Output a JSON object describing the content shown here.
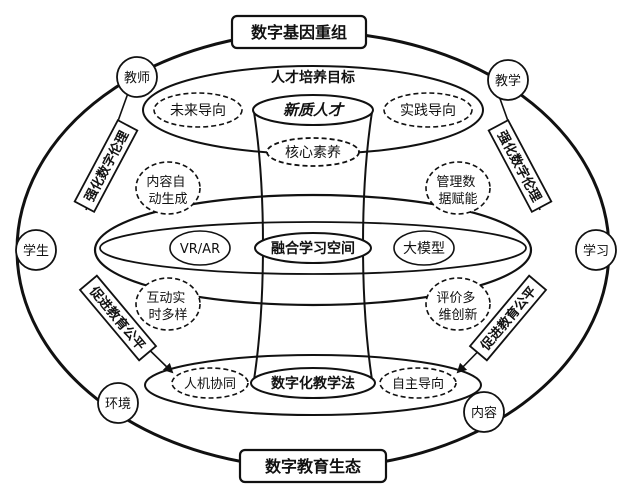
{
  "top_title": "数字基因重组",
  "bottom_title": "数字教育生态",
  "outer_nodes": {
    "teacher": "教师",
    "teaching": "教学",
    "student": "学生",
    "learning": "学习",
    "environment": "环境",
    "content": "内容"
  },
  "side_labels": {
    "ethics_left": "强化数字伦理",
    "ethics_right": "强化数字伦理",
    "equity_left": "促进教育公平",
    "equity_right": "促进教育公平"
  },
  "top_layer": {
    "title": "人才培养目标",
    "left": "未来导向",
    "center": "新质人才",
    "right": "实践导向",
    "bottom": "核心素养"
  },
  "middle_layer": {
    "upper_left": "内容自\n动生成",
    "upper_right": "管理数\n据赋能",
    "left": "VR/AR",
    "center": "融合学习空间",
    "right": "大模型",
    "lower_left": "互动实\n时多样",
    "lower_right": "评价多\n维创新"
  },
  "bottom_layer": {
    "left": "人机协同",
    "center": "数字化教学法",
    "right": "自主导向"
  }
}
